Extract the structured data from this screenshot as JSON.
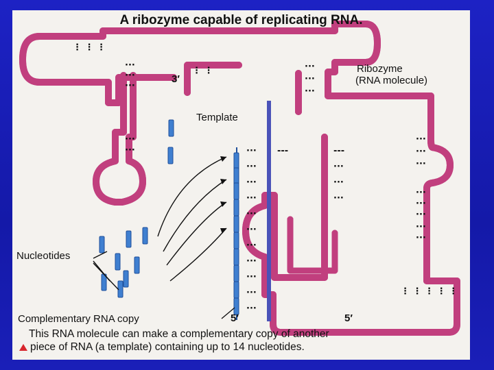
{
  "title": "A ribozyme capable of replicating RNA.",
  "labels": {
    "ribozyme": "Ribozyme",
    "ribozyme_sub": "(RNA molecule)",
    "template": "Template",
    "nucleotides": "Nucleotides",
    "copy": "Complementary RNA copy",
    "three_prime": "3′",
    "five_prime_copy": "5′",
    "five_prime_ribozyme": "5′"
  },
  "caption": {
    "line1": "This RNA molecule can make a complementary copy of another",
    "line2": "piece of RNA (a template) containing up to 14 nucleotides."
  },
  "colors": {
    "strand": "#c13f7e",
    "nucleotide": "#3f7fd0",
    "template": "#4a52b8",
    "panel": "#f4f2ee",
    "background": "#1a1fb4",
    "caption_marker": "#d8262d"
  }
}
